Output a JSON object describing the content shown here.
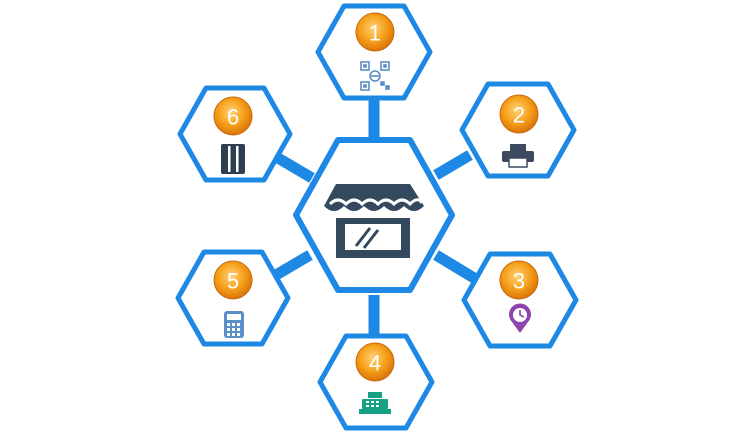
{
  "center": {
    "icon": "storefront-icon"
  },
  "nodes": [
    {
      "number": "1",
      "icon": "qr-scan-icon",
      "icon_color": "#5b8fc7"
    },
    {
      "number": "2",
      "icon": "printer-icon",
      "icon_color": "#3b4a5e"
    },
    {
      "number": "3",
      "icon": "location-clock-icon",
      "icon_color": "#8e44ad"
    },
    {
      "number": "4",
      "icon": "cash-register-icon",
      "icon_color": "#16a085"
    },
    {
      "number": "5",
      "icon": "calculator-icon",
      "icon_color": "#5b8fc7"
    },
    {
      "number": "6",
      "icon": "card-reader-icon",
      "icon_color": "#2c3e50"
    }
  ],
  "colors": {
    "hex_stroke": "#1e88e5",
    "connector": "#1e88e5",
    "badge_orange": "#f39c12",
    "store_dark": "#34495e"
  }
}
